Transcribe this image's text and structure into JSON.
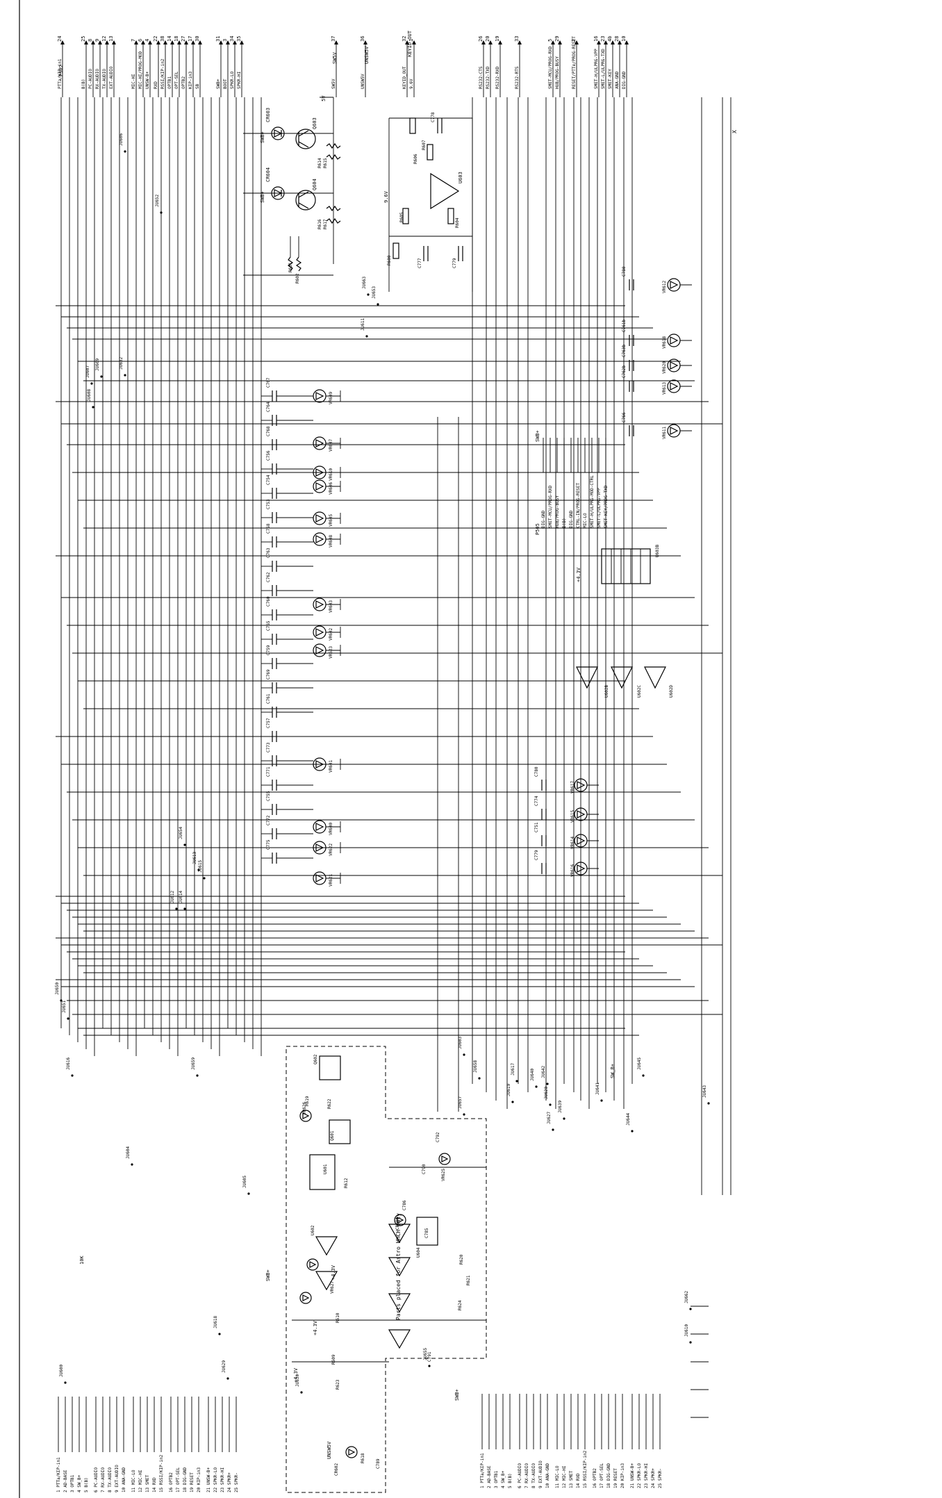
{
  "sheet": {
    "note": "Parts placed for Astro HHCH only",
    "mark": "X",
    "labels_misc": [
      "UNSW5V",
      "UNSW5V",
      "SW5V",
      "9.6V",
      "5V",
      "+4.3V",
      "+4.3V",
      "+4.3V",
      "+4.3V",
      "SWB+",
      "SWB+",
      "SWB+",
      "SWB+",
      "SWB+",
      "SW_B+",
      "KEYID_OUT"
    ]
  },
  "connectors": {
    "p502": {
      "name": "P502",
      "pins": [
        {
          "num": "24",
          "label": "PTTa/KIP-in1"
        },
        {
          "num": "25",
          "label": "B(B)"
        },
        {
          "num": "8",
          "label": "PC-AUDIO"
        },
        {
          "num": "9",
          "label": "RX-AUDIO"
        },
        {
          "num": "12",
          "label": "TX-AUDIO"
        },
        {
          "num": "13",
          "label": "EXT-AUDIO"
        },
        {
          "num": "7",
          "label": "MIC-HI"
        },
        {
          "num": "6",
          "label": "MIC-HI/PROG-MOD"
        },
        {
          "num": "4",
          "label": "UNSW-B+"
        },
        {
          "num": "22",
          "label": "RXD"
        },
        {
          "num": "38",
          "label": "RSSI/KIP-in2"
        },
        {
          "num": "14",
          "label": "OPTB1"
        },
        {
          "num": "18",
          "label": "OPT-SEL"
        },
        {
          "num": "27",
          "label": "OPTB2"
        },
        {
          "num": "17",
          "label": "KIP-in3"
        },
        {
          "num": "30",
          "label": "SB"
        },
        {
          "num": "31",
          "label": "SWB+"
        },
        {
          "num": "3",
          "label": "BOOT"
        },
        {
          "num": "34",
          "label": "SPKR-LO"
        },
        {
          "num": "35",
          "label": "SPKR-HI"
        },
        {
          "num": "37",
          "label": "SW5V"
        },
        {
          "num": "36",
          "label": "UNSW5V"
        },
        {
          "num": "32",
          "label": "KEYID_OUT"
        },
        {
          "num": "1",
          "label": "9.6V"
        },
        {
          "num": "26",
          "label": "RS232-CTS"
        },
        {
          "num": "20",
          "label": "RS232-TXD"
        },
        {
          "num": "19",
          "label": "RS232-RXD"
        },
        {
          "num": "33",
          "label": "RS232-RTS"
        },
        {
          "num": "5",
          "label": "SMET-MCU/PROG-RXD"
        },
        {
          "num": "29",
          "label": "HUB/PROG-BUSY"
        },
        {
          "num": "2",
          "label": "RESET/PTTe/PROG-RESET"
        },
        {
          "num": "16",
          "label": "SMET-H/ULPRG-VPP"
        },
        {
          "num": "23",
          "label": "SMET-L/ULPRG-TXD"
        },
        {
          "num": "4b",
          "label": "SMET-KEY"
        },
        {
          "num": "28",
          "label": "ANA-GND"
        },
        {
          "num": "10",
          "label": "DIG-GND"
        }
      ]
    },
    "j5_top": {
      "name": "J5",
      "pins": [
        "PTTa/KIP-in1",
        "AD-BASE",
        "OPTB1",
        "SW_B+",
        "B(B)",
        "PC-AUDIO",
        "RX-AUDIO",
        "TX-AUDIO",
        "EXT-AUDIO",
        "ANA-GND",
        "MIC-LO",
        "MIC-HI",
        "SMET",
        "RXD",
        "RSSI/KIP-in2",
        "OPTB2",
        "OPT-SEL",
        "DIG-GND",
        "RESET",
        "KIP-in3",
        "UNSW-B+",
        "SPKR-LO",
        "SPKR-HI",
        "SPKR+",
        "SPKR-"
      ]
    },
    "j5_bottom": {
      "name": "J5",
      "pins": [
        "PTTa/KIP-in1",
        "AD-BASE",
        "OPTB1",
        "SW_B+",
        "B(B)",
        "PC-AUDIO",
        "RX-AUDIO",
        "TX-AUDIO",
        "EXT-AUDIO",
        "ANA-GND",
        "MIC-LO",
        "MIC-HI",
        "SMET",
        "RXD",
        "RSSI/KIP-in2",
        "OPTB2",
        "OPT-SEL",
        "DIG-GND",
        "RESET",
        "KIP-in3",
        "UNSW-B+",
        "SPKR-LO",
        "SPKR-HI",
        "SPKR+",
        "SPKR-"
      ]
    },
    "p505": {
      "name": "P505",
      "pins": [
        "DIG-GND",
        "SMET-MCU/PROG-RXD",
        "HUB/PROG-BUSY",
        "B(B)",
        "DIG-GND",
        "CTRL-IN/PROG-RESET",
        "MIC-LO",
        "SMET-H/ULPRG-MOD-CTRL",
        "SMET-L/ULPRG-VPP",
        "SMET-KEY/PROG-TXD"
      ]
    }
  },
  "parts": {
    "vr_top": [
      "VR609",
      "VR607",
      "VR610",
      "VR606",
      "VR605",
      "VR608",
      "VR603",
      "VR602",
      "VR623",
      "VR601",
      "VR600",
      "VR622",
      "VR621"
    ],
    "c_top": [
      "C767",
      "C764",
      "C768",
      "C756",
      "C754",
      "C753",
      "C758",
      "C763",
      "C762",
      "C760",
      "C765",
      "C759",
      "C769",
      "C761",
      "C757",
      "C773",
      "C771",
      "C755",
      "C772",
      "C775"
    ],
    "vr_right": [
      "VR612",
      "VR618",
      "VR620",
      "VR613",
      "VR611"
    ],
    "c_right": [
      "C780",
      "C761b",
      "C763b",
      "C762b",
      "C766"
    ],
    "vr_mid": [
      "VR617",
      "VR615",
      "VR614",
      "VR616"
    ],
    "c_mid": [
      "C780",
      "C774",
      "C751",
      "C779"
    ],
    "q_top": [
      "Q603",
      "Q604",
      "CR603",
      "CR604",
      "R614",
      "R615",
      "R616",
      "R617",
      "R601",
      "R602"
    ],
    "amp": [
      "U603",
      "R606",
      "C778",
      "R607",
      "R605",
      "R604",
      "R600",
      "C777",
      "C779"
    ],
    "u602": [
      "U602B",
      "U602C",
      "U602D",
      "U603B"
    ],
    "bottom_box": [
      "Q602",
      "R619",
      "VR626",
      "R622",
      "Q601",
      "U601",
      "R612",
      "C790",
      "C786",
      "C785",
      "VR627",
      "R610",
      "R609",
      "R623",
      "U602",
      "CR600",
      "U604",
      "R620",
      "R621",
      "R624",
      "C791",
      "C792",
      "VR625",
      "R618",
      "CR602",
      "C789"
    ]
  },
  "jumpers": [
    "JU606",
    "JU608",
    "JU607",
    "JU609",
    "JU632",
    "JU652",
    "JU653",
    "JU611",
    "JU654",
    "JU615",
    "JU614",
    "JU613",
    "JU612",
    "JU650",
    "JU651",
    "JU616",
    "JU659",
    "JU657",
    "JU603",
    "JU658",
    "JU655",
    "JU619",
    "JU617",
    "JU640",
    "JU642",
    "JU620",
    "JU627",
    "JU639",
    "JU644",
    "JU645",
    "JU641",
    "JU643",
    "JU629",
    "JU630",
    "JU600",
    "JU604",
    "JU618",
    "JU605",
    "JU610",
    "JU662",
    "JU663"
  ]
}
